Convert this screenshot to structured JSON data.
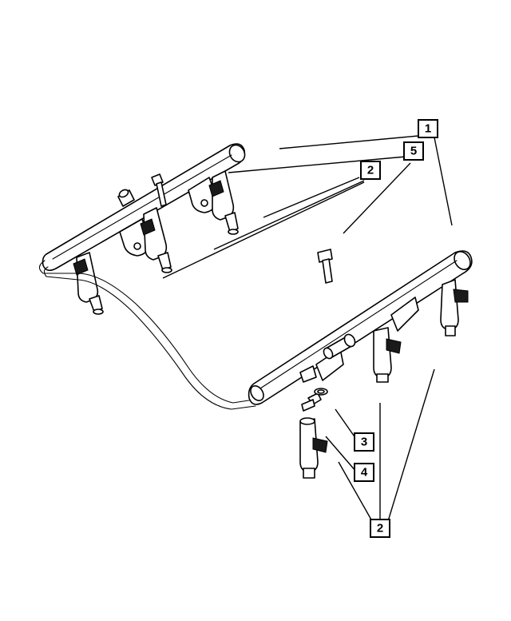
{
  "diagram": {
    "callouts": [
      {
        "label": "1"
      },
      {
        "label": "5"
      },
      {
        "label": "2"
      },
      {
        "label": "3"
      },
      {
        "label": "4"
      },
      {
        "label": "2"
      }
    ]
  },
  "colors": {
    "line": "#000000",
    "background": "#ffffff"
  }
}
